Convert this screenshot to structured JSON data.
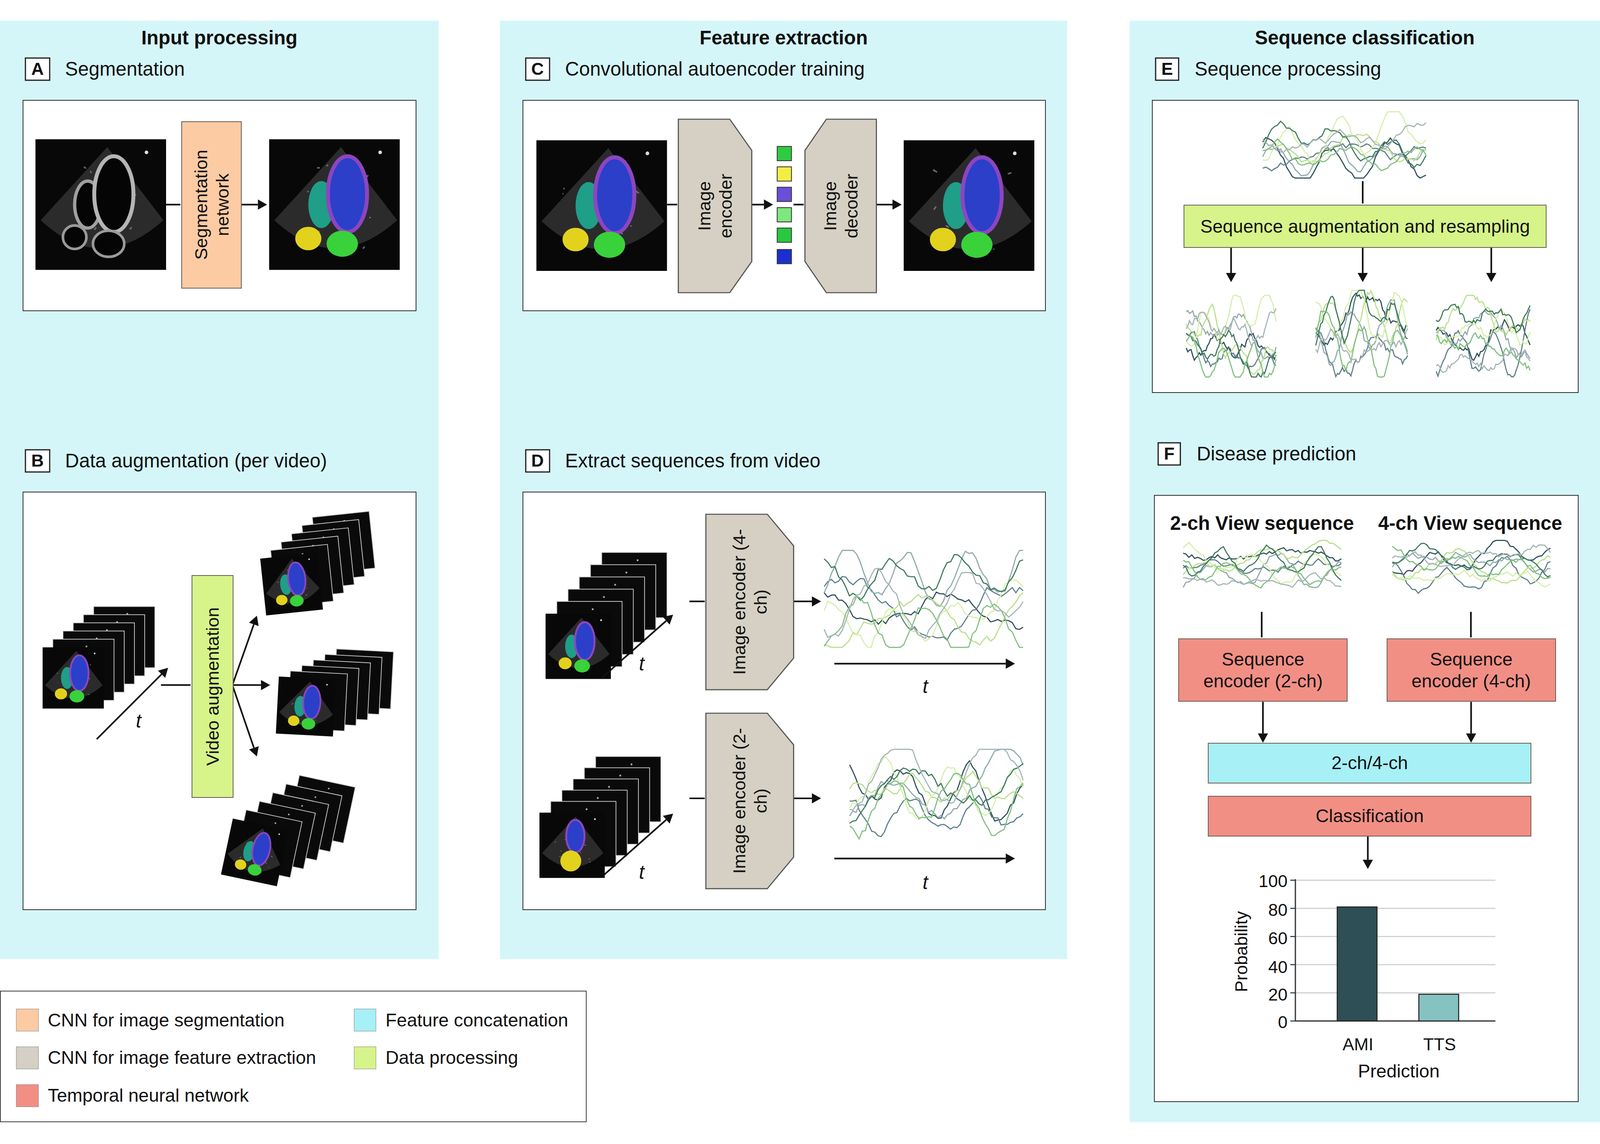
{
  "diagram": {
    "nodes": [
      {
        "text": [
          "Input processing"
        ]
      },
      {
        "text": [
          "A",
          "Segmentation"
        ],
        "in": 0
      },
      {
        "text": [
          "Segmentation network"
        ],
        "in": 1
      },
      {
        "text": [
          "B",
          "Data augmentation (per video)"
        ],
        "in": 0
      },
      {
        "text": [
          "Video augmentation"
        ],
        "in": 3
      },
      {
        "text": [
          "Feature extraction"
        ]
      },
      {
        "text": [
          "C",
          "Convolutional autoencoder training"
        ],
        "in": 5
      },
      {
        "text": [
          "Image encoder"
        ],
        "in": 6
      },
      {
        "text": [
          "Image decoder"
        ],
        "in": 6
      },
      {
        "text": [
          "D",
          "Extract sequences from video"
        ],
        "in": 5
      },
      {
        "text": [
          "Image encoder (4-ch)"
        ],
        "in": 9
      },
      {
        "text": [
          "Image encoder (2-ch)"
        ],
        "in": 9
      },
      {
        "text": [
          "Sequence classification"
        ]
      },
      {
        "text": [
          "E",
          "Sequence processing"
        ],
        "in": 12
      },
      {
        "text": [
          "Sequence augmentation and resampling"
        ],
        "in": 13
      },
      {
        "text": [
          "F",
          "Disease prediction"
        ],
        "in": 12
      },
      {
        "text": [
          "Sequence encoder (2-ch)"
        ],
        "in": 15
      },
      {
        "text": [
          "Sequence encoder (4-ch)"
        ],
        "in": 15
      },
      {
        "text": [
          "2-ch/4-ch"
        ],
        "in": 15
      },
      {
        "text": [
          "Classification"
        ],
        "in": 15
      }
    ],
    "edges": [
      {
        "from": 16,
        "to": 18,
        "arrow": "to"
      },
      {
        "from": 17,
        "to": 18,
        "arrow": "to"
      }
    ],
    "labels": [
      "t",
      "t",
      "t",
      "t",
      "t",
      "2-ch View sequence",
      "4-ch View sequence",
      "100",
      "80",
      "60",
      "40",
      "20",
      "0",
      "Probability",
      "AMI",
      "TTS",
      "Prediction"
    ],
    "legend": [
      {
        "text": "CNN for image segmentation",
        "color": "#fccba4"
      },
      {
        "text": "Feature concatenation",
        "color": "#a6f0f6"
      },
      {
        "text": "CNN for image feature extraction",
        "color": "#d5d0c3"
      },
      {
        "text": "Data processing",
        "color": "#d6f48a"
      },
      {
        "text": "Temporal neural network",
        "color": "#f28f85"
      }
    ]
  }
}
